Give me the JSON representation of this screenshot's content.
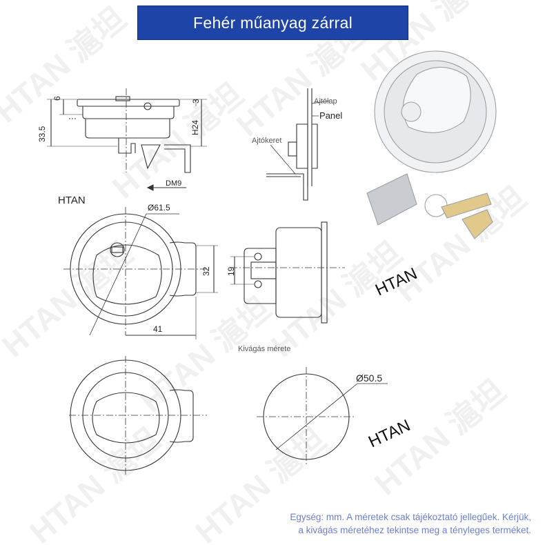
{
  "title": "Fehér műanyag zárral",
  "labels": {
    "door_panel": "Ajtólap",
    "panel": "Panel",
    "door_frame": "Ajtókeret",
    "dm9": "DM9",
    "cutout_size": "Kivágás mérete"
  },
  "dimensions": {
    "d6": "6",
    "d3": "3",
    "d33_5": "33.5",
    "h24": "H24",
    "dia61_5": "Ø61.5",
    "d32": "32",
    "d19": "19",
    "d41": "41",
    "dia50_5": "Ø50.5"
  },
  "brand": {
    "htan_1": "HTAN",
    "htan_2": "HTAN",
    "htan_3": "HTAN"
  },
  "watermark": "HTAN 滬坦",
  "note": {
    "line1": "Egység: mm. A méretek csak tájékoztató jellegűek. Kérjük,",
    "line2": "a kivágás méretéhez tekintse meg a tényleges terméket."
  },
  "colors": {
    "banner": "#1e44a8",
    "note": "#6a7fd6",
    "line": "#333333"
  }
}
